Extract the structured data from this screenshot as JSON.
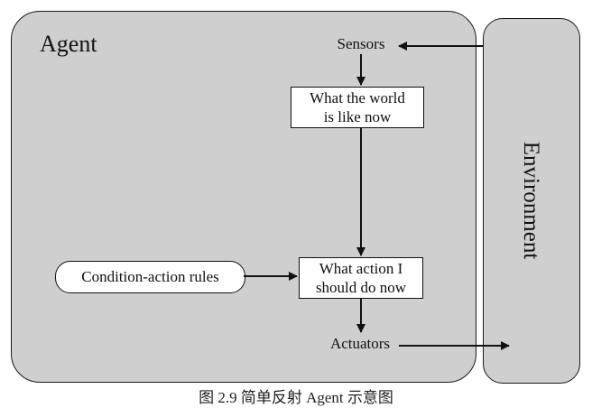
{
  "diagram": {
    "agent_label": "Agent",
    "environment_label": "Environment",
    "sensors_label": "Sensors",
    "actuators_label": "Actuators",
    "world_box_label": "What the world\nis like now",
    "action_box_label": "What action I\nshould do now",
    "rules_label": "Condition-action rules"
  },
  "caption": "图 2.9 简单反射 Agent 示意图",
  "colors": {
    "box_fill": "#cfcfcf",
    "stroke": "#1a1a1a",
    "node_fill": "#ffffff"
  }
}
